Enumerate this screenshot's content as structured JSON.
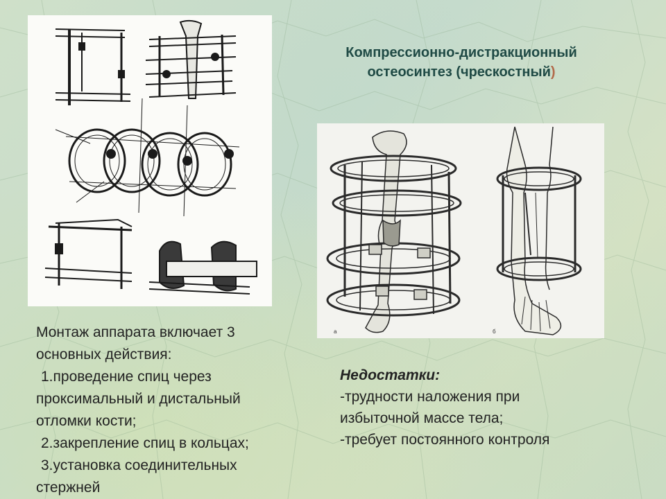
{
  "title": {
    "line1": "Компрессионно-дистракционный",
    "line2_main": "остеосинтез (чрескостный",
    "line2_paren": ")"
  },
  "figures": {
    "left": {
      "icon": "external-fixator-diagrams"
    },
    "right": {
      "icon": "ilizarov-apparatus-illustration",
      "label_a": "а",
      "label_b": "б"
    }
  },
  "body": {
    "lines": [
      "Монтаж аппарата включает 3",
      "основных действия:",
      " 1.проведение спиц  через",
      "проксимальный и дистальный",
      "отломки кости;",
      " 2.закрепление спиц в кольцах;",
      " 3.установка соединительных",
      "стержней"
    ]
  },
  "drawbacks": {
    "heading": "Недостатки:",
    "items": [
      "-трудности наложения при",
      "избыточной массе тела;",
      "-требует постоянного контроля"
    ]
  },
  "colors": {
    "title": "#1f4a45",
    "title_paren": "#b26a4a",
    "text": "#222222",
    "background": "#cfe0c9"
  }
}
